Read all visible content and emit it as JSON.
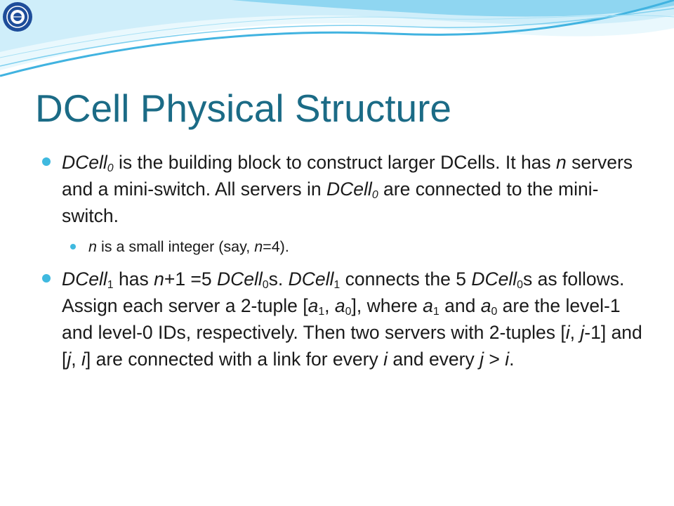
{
  "slide": {
    "title": "DCell Physical Structure",
    "bullets": [
      {
        "level": 1,
        "segments": [
          {
            "t": "DCell",
            "i": true
          },
          {
            "t": "0",
            "sub": true,
            "i": true
          },
          {
            "t": " is the building block to construct larger DCells. It has "
          },
          {
            "t": "n",
            "i": true
          },
          {
            "t": " servers and a mini-switch. All servers in "
          },
          {
            "t": "DCell",
            "i": true
          },
          {
            "t": "0",
            "sub": true,
            "i": true
          },
          {
            "t": " are connected to the mini-switch."
          }
        ]
      },
      {
        "level": 2,
        "segments": [
          {
            "t": "n",
            "i": true
          },
          {
            "t": " is a small integer (say, "
          },
          {
            "t": "n",
            "i": true
          },
          {
            "t": "=4)."
          }
        ]
      },
      {
        "level": 1,
        "segments": [
          {
            "t": "DCell",
            "i": true
          },
          {
            "t": "1",
            "sub": true
          },
          {
            "t": " has "
          },
          {
            "t": "n",
            "i": true
          },
          {
            "t": "+1 =5 "
          },
          {
            "t": "DCell",
            "i": true
          },
          {
            "t": "0",
            "sub": true
          },
          {
            "t": "s. "
          },
          {
            "t": "DCell",
            "i": true
          },
          {
            "t": "1",
            "sub": true
          },
          {
            "t": " connects the 5 "
          },
          {
            "t": "DCell",
            "i": true
          },
          {
            "t": "0",
            "sub": true
          },
          {
            "t": "s as follows. Assign each server a 2-tuple ["
          },
          {
            "t": "a",
            "i": true
          },
          {
            "t": "1",
            "sub": true
          },
          {
            "t": ", "
          },
          {
            "t": "a",
            "i": true
          },
          {
            "t": "0",
            "sub": true
          },
          {
            "t": "], where "
          },
          {
            "t": "a",
            "i": true
          },
          {
            "t": "1",
            "sub": true
          },
          {
            "t": " and "
          },
          {
            "t": "a",
            "i": true
          },
          {
            "t": "0",
            "sub": true
          },
          {
            "t": " are the level-1 and level-0 IDs, respectively. Then two servers with 2-tuples ["
          },
          {
            "t": "i",
            "i": true
          },
          {
            "t": ", "
          },
          {
            "t": "j",
            "i": true
          },
          {
            "t": "-1] and ["
          },
          {
            "t": "j",
            "i": true
          },
          {
            "t": ", "
          },
          {
            "t": "i",
            "i": true
          },
          {
            "t": "] are connected with a link for every "
          },
          {
            "t": "i",
            "i": true
          },
          {
            "t": " and every "
          },
          {
            "t": "j",
            "i": true
          },
          {
            "t": " > "
          },
          {
            "t": "i",
            "i": true
          },
          {
            "t": "."
          }
        ]
      }
    ]
  },
  "colors": {
    "title": "#1b6b86",
    "bullet": "#3fb9df",
    "text": "#1a1a1a",
    "wave_light": "#cfeefa",
    "wave_mid": "#8fd6f1",
    "wave_dark": "#41b3e0"
  },
  "icons": {
    "logo": "university-seal-icon",
    "bullet": "bullet-dot-icon"
  }
}
